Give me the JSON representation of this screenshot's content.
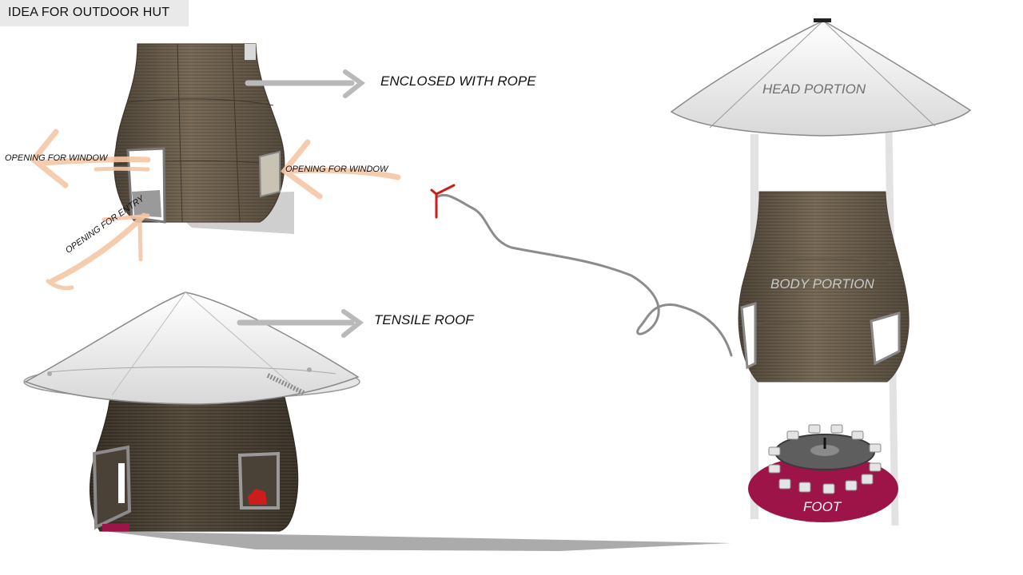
{
  "title": "IDEA FOR OUTDOOR HUT",
  "annotations": {
    "enclosed": "ENCLOSED WITH ROPE",
    "window_left": "OPENING FOR WINDOW",
    "window_right": "OPENING FOR WINDOW",
    "entry": "OPENING FOR ENTRY",
    "roof": "TENSILE ROOF"
  },
  "parts": {
    "head": "HEAD PORTION",
    "body": "BODY PORTION",
    "foot": "FOOT"
  },
  "colors": {
    "wicker": "#7a6c58",
    "wicker_dark": "#4e4538",
    "roof": "#f0f0f0",
    "brush_orange": "#f5c7a6",
    "arrow_grey": "#b9b9b9",
    "foot_magenta": "#9c1448",
    "red_mark": "#cc1c1c"
  }
}
